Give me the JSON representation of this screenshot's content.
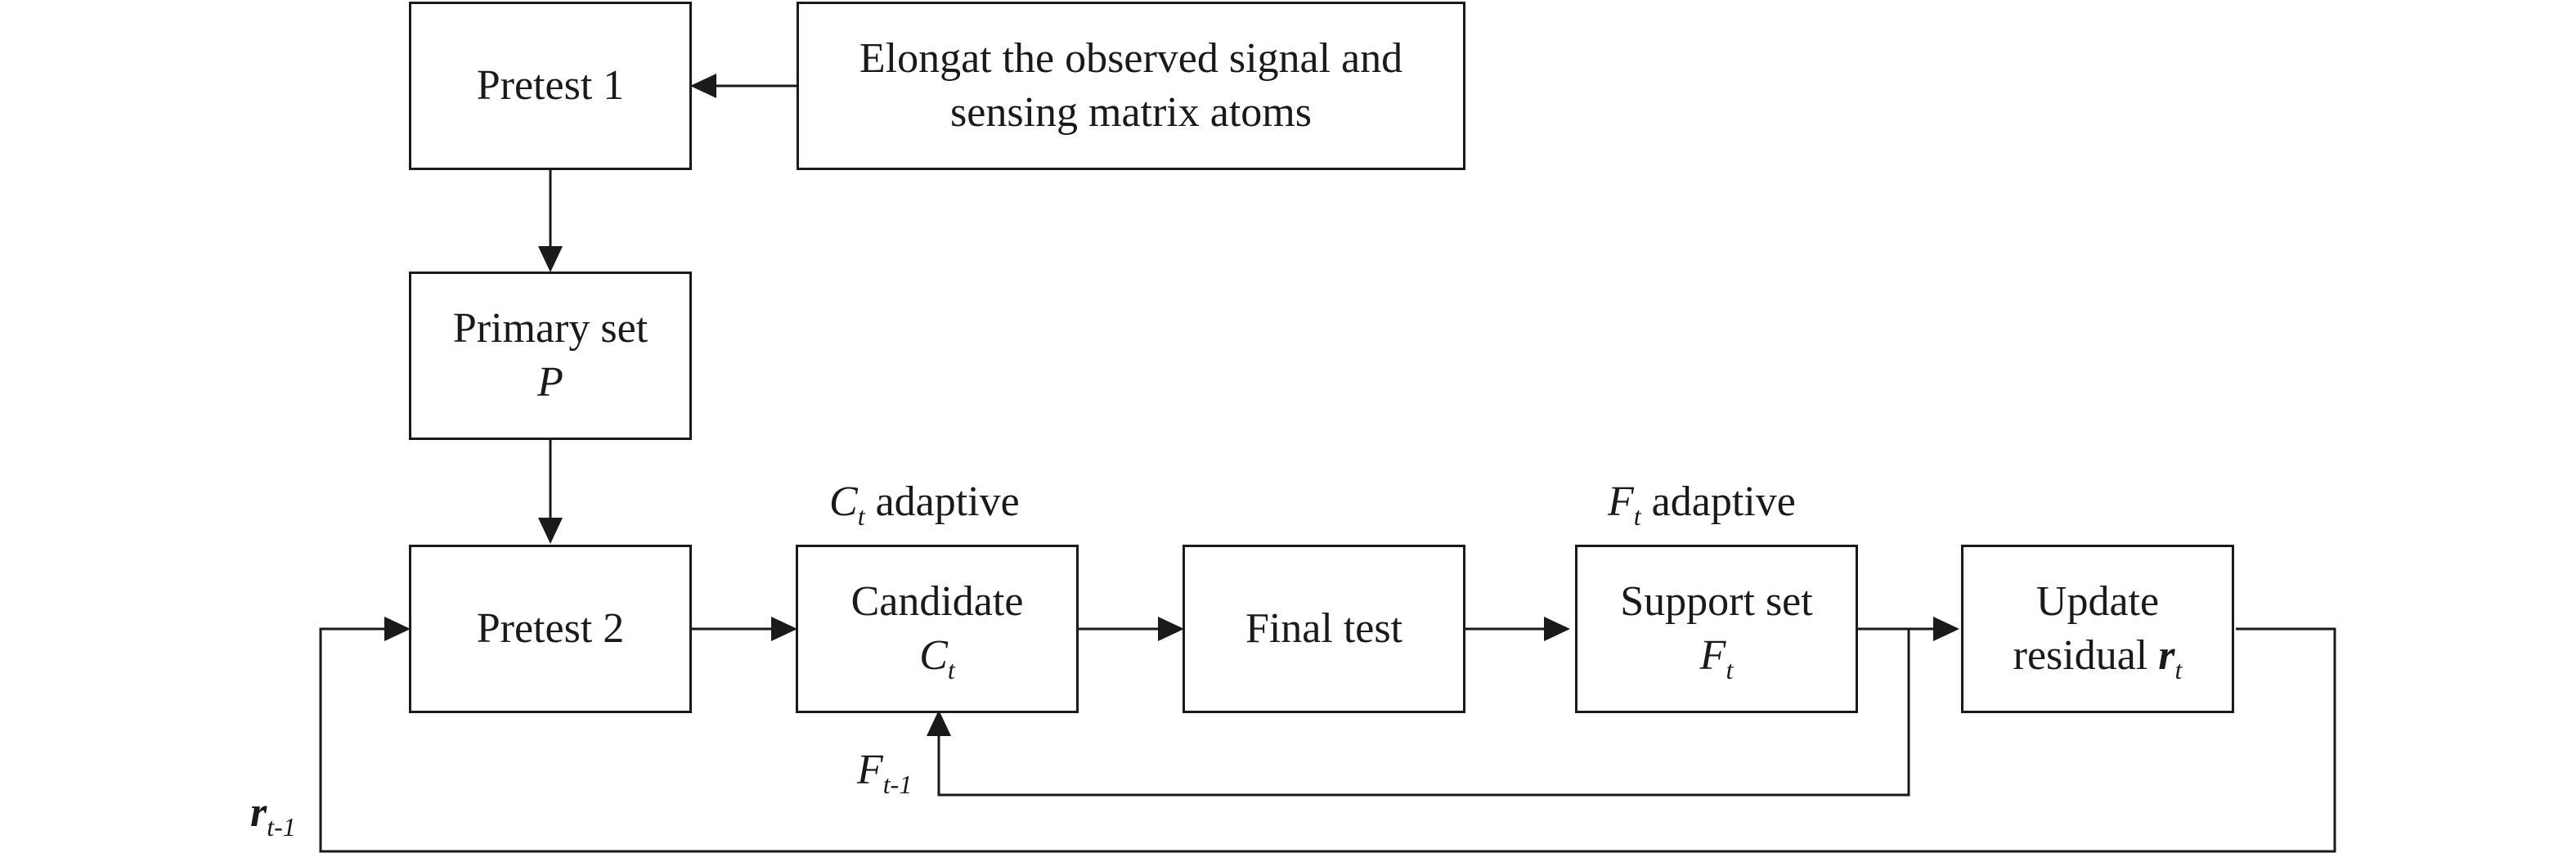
{
  "boxes": {
    "pretest1": {
      "text": "Pretest 1"
    },
    "elongate": {
      "line1": "Elongat the observed signal and",
      "line2": "sensing matrix atoms"
    },
    "primary": {
      "line1": "Primary set",
      "symbol": "P"
    },
    "pretest2": {
      "text": "Pretest 2"
    },
    "candidate": {
      "line1": "Candidate",
      "symbol": "C",
      "sub": "t"
    },
    "final_test": {
      "text": "Final test"
    },
    "support": {
      "line1": "Support set",
      "symbol": "F",
      "sub": "t"
    },
    "update": {
      "line1": "Update",
      "line2": "residual",
      "symbol": "r",
      "sub": "t"
    }
  },
  "labels": {
    "ct_adaptive": {
      "symbol": "C",
      "sub": "t",
      "text": " adaptive"
    },
    "ft_adaptive": {
      "symbol": "F",
      "sub": "t",
      "text": " adaptive"
    },
    "f_prev": {
      "symbol": "F",
      "sub": "t-1"
    },
    "r_prev": {
      "symbol": "r",
      "sub": "t-1"
    }
  }
}
